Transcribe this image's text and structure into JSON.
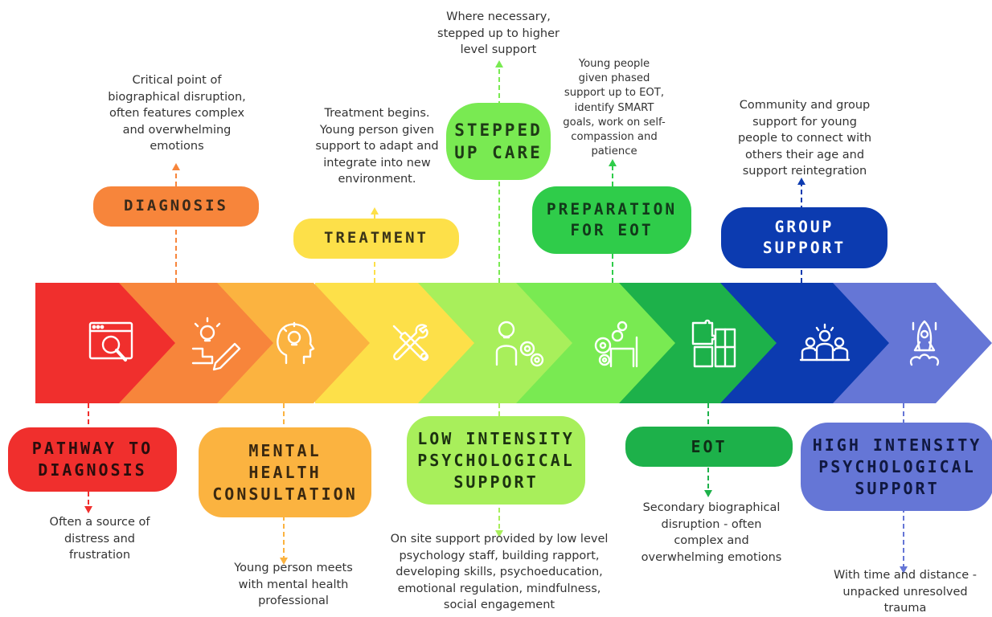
{
  "colors": {
    "pathway": "#f02f2d",
    "diagnosis": "#f7853b",
    "mental": "#fbb340",
    "treatment": "#fde049",
    "low": "#a8ef5b",
    "stepped": "#79ea52",
    "prep": "#2fcc4a",
    "eot": "#1db14a",
    "group": "#0c3bb0",
    "high": "#6576d6"
  },
  "stages": [
    {
      "key": "pathway",
      "icon": "browser-search-icon"
    },
    {
      "key": "diagnosis",
      "icon": "idea-pencil-icon"
    },
    {
      "key": "mental",
      "icon": "head-lightbulb-icon"
    },
    {
      "key": "treatment",
      "icon": "wrench-screwdriver-icon"
    },
    {
      "key": "low",
      "icon": "person-gears-icon"
    },
    {
      "key": "stepped",
      "icon": "gears-person-icon"
    },
    {
      "key": "eot",
      "icon": "puzzle-icon"
    },
    {
      "key": "group",
      "icon": "people-group-icon"
    },
    {
      "key": "high",
      "icon": "rocket-icon"
    }
  ],
  "labels": {
    "pathway": "PATHWAY TO\nDIAGNOSIS",
    "diagnosis": "DIAGNOSIS",
    "mental": "MENTAL\nHEALTH\nCONSULTATION",
    "treatment": "TREATMENT",
    "low": "LOW INTENSITY\nPSYCHOLOGICAL\nSUPPORT",
    "stepped": "STEPPED\nUP CARE",
    "prep": "PREPARATION\nFOR EOT",
    "eot": "EOT",
    "group": "GROUP\nSUPPORT",
    "high": "HIGH INTENSITY\nPSYCHOLOGICAL\nSUPPORT"
  },
  "notes": {
    "pathway": "Often a source of distress and frustration",
    "diagnosis": "Critical point of biographical disruption, often features complex and overwhelming emotions",
    "mental": "Young person meets with mental health professional",
    "treatment": "Treatment begins. Young person given support to adapt and integrate into new environment.",
    "low": "On site support provided by low level psychology staff, building rapport, developing skills, psychoeducation, emotional regulation, mindfulness, social engagement",
    "stepped": "Where necessary, stepped up to higher level support",
    "prep": "Young people given phased support up to EOT, identify SMART goals, work on self-compassion and patience",
    "eot": "Secondary biographical disruption - often complex and overwhelming emotions",
    "group": "Community and group support for young people to connect with others their age and support reintegration",
    "high": "With time and distance - unpacked unresolved trauma"
  }
}
